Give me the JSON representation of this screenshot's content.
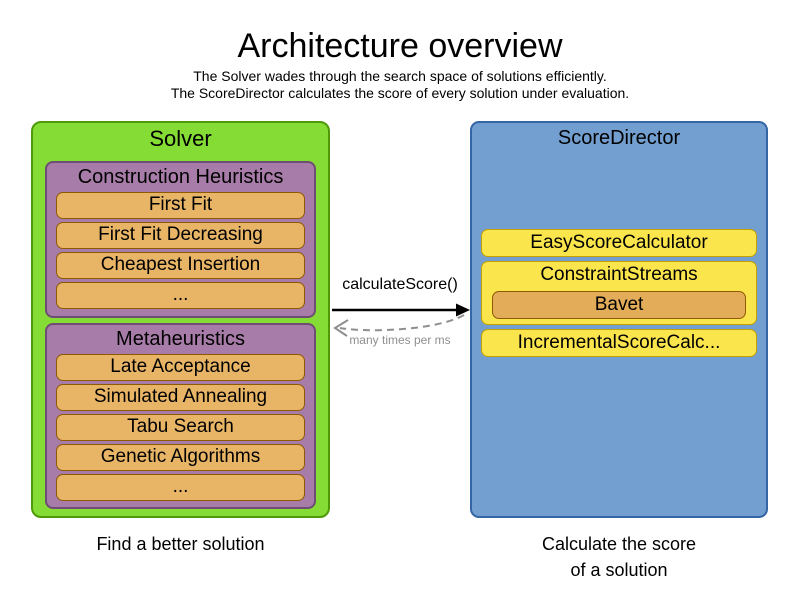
{
  "header": {
    "title": "Architecture overview",
    "subtitle1": "The Solver wades through the search space of solutions efficiently.",
    "subtitle2": "The ScoreDirector calculates the score of every solution under evaluation."
  },
  "solver": {
    "label": "Solver",
    "caption": "Find a better solution",
    "groups": [
      {
        "label": "Construction Heuristics",
        "items": [
          "First Fit",
          "First Fit Decreasing",
          "Cheapest Insertion",
          "..."
        ]
      },
      {
        "label": "Metaheuristics",
        "items": [
          "Late Acceptance",
          "Simulated Annealing",
          "Tabu Search",
          "Genetic Algorithms",
          "..."
        ]
      }
    ]
  },
  "score_director": {
    "label": "ScoreDirector",
    "caption_line1": "Calculate the score",
    "caption_line2": "of a solution",
    "calculators": [
      {
        "label": "EasyScoreCalculator"
      },
      {
        "label": "ConstraintStreams",
        "inner": "Bavet"
      },
      {
        "label": "IncrementalScoreCalc..."
      }
    ]
  },
  "arrows": {
    "call_label": "calculateScore()",
    "frequency_label": "many times per ms"
  },
  "colors": {
    "solver_green": "#84dc34",
    "solver_green_border": "#4f9a0a",
    "phase_purple": "#a87ca8",
    "phase_purple_border": "#6e4e73",
    "algorithm_orange": "#e8b567",
    "algorithm_orange_border": "#8f5902",
    "score_director_blue": "#729fcf",
    "score_director_blue_border": "#3465a4",
    "calculator_yellow": "#fbe54d",
    "calculator_yellow_border": "#c4a000",
    "bavet_orange": "#e2ac58",
    "arrow_black": "#000000",
    "dashed_arrow_gray": "#8f8f8f"
  }
}
